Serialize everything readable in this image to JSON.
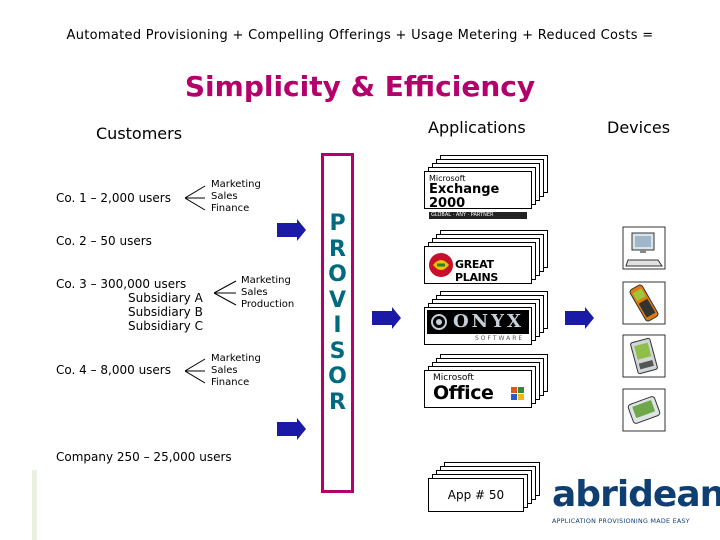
{
  "header": {
    "equation": "Automated Provisioning + Compelling Offerings + Usage Metering + Reduced Costs =",
    "title": "Simplicity & Efficiency"
  },
  "columns": {
    "customers": "Customers",
    "applications": "Applications",
    "devices": "Devices"
  },
  "customers": [
    {
      "label": "Co. 1 – 2,000 users",
      "departments": [
        "Marketing",
        "Sales",
        "Finance"
      ]
    },
    {
      "label": "Co. 2 – 50 users"
    },
    {
      "label": "Co. 3 – 300,000 users",
      "subsidiaries": [
        "Subsidiary A",
        "Subsidiary B",
        "Subsidiary C"
      ],
      "departments": [
        "Marketing",
        "Sales",
        "Production"
      ]
    },
    {
      "label": "Co. 4 – 8,000 users",
      "departments": [
        "Marketing",
        "Sales",
        "Finance"
      ]
    }
  ],
  "company_range": "Company 250 – 25,000 users",
  "provisor": [
    "P",
    "R",
    "O",
    "V",
    "I",
    "S",
    "O",
    "R"
  ],
  "applications": [
    {
      "brand": "Microsoft",
      "name": "Exchange 2000",
      "tagline": "GLOBAL · ANY · PARTNER"
    },
    {
      "name": "GREAT PLAINS"
    },
    {
      "name": "ONYX",
      "tagline": "SOFTWARE"
    },
    {
      "brand": "Microsoft",
      "name": "Office"
    },
    {
      "name": "App # 50"
    }
  ],
  "logo": {
    "name": "abridean",
    "tagline": "APPLICATION PROVISIONING MADE EASY"
  },
  "colors": {
    "title": "#b3006b",
    "provisor_border": "#b3006b",
    "provisor_text": "#006a7e",
    "arrow": "#1a1aa6",
    "logo": "#0f3e73"
  },
  "devices": [
    "desktop-computer-icon",
    "mobile-phone-icon",
    "handheld-pda-icon",
    "palm-device-icon"
  ]
}
